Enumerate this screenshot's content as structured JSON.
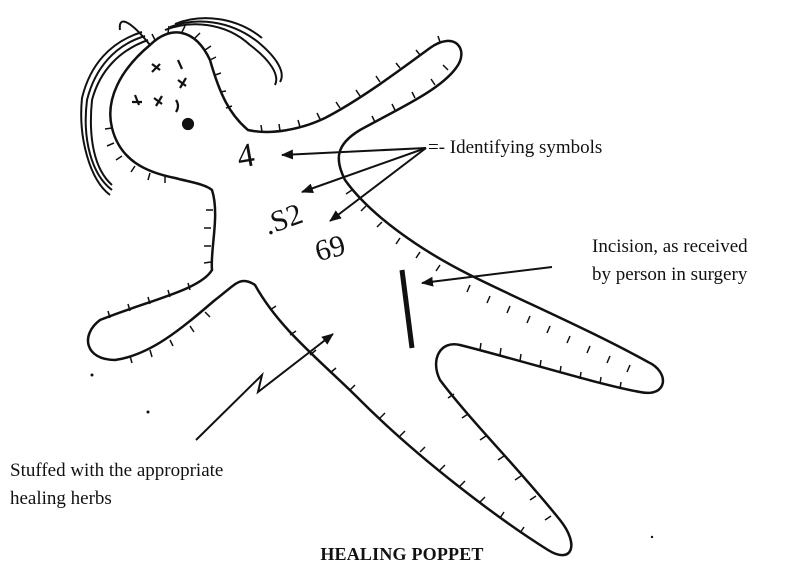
{
  "figure": {
    "annotations": {
      "identifying_symbols": "=- Identifying symbols",
      "incision_line1": "Incision, as received",
      "incision_line2": "by person in surgery",
      "stuffed_line1": "Stuffed with the appropriate",
      "stuffed_line2": "healing herbs"
    },
    "caption": "HEALING POPPET",
    "glyphs": {
      "chest_symbol_a": "4",
      "chest_symbol_b": ".S2",
      "belly_symbol": "69"
    }
  },
  "colors": {
    "ink": "#111111",
    "background": "#ffffff"
  }
}
